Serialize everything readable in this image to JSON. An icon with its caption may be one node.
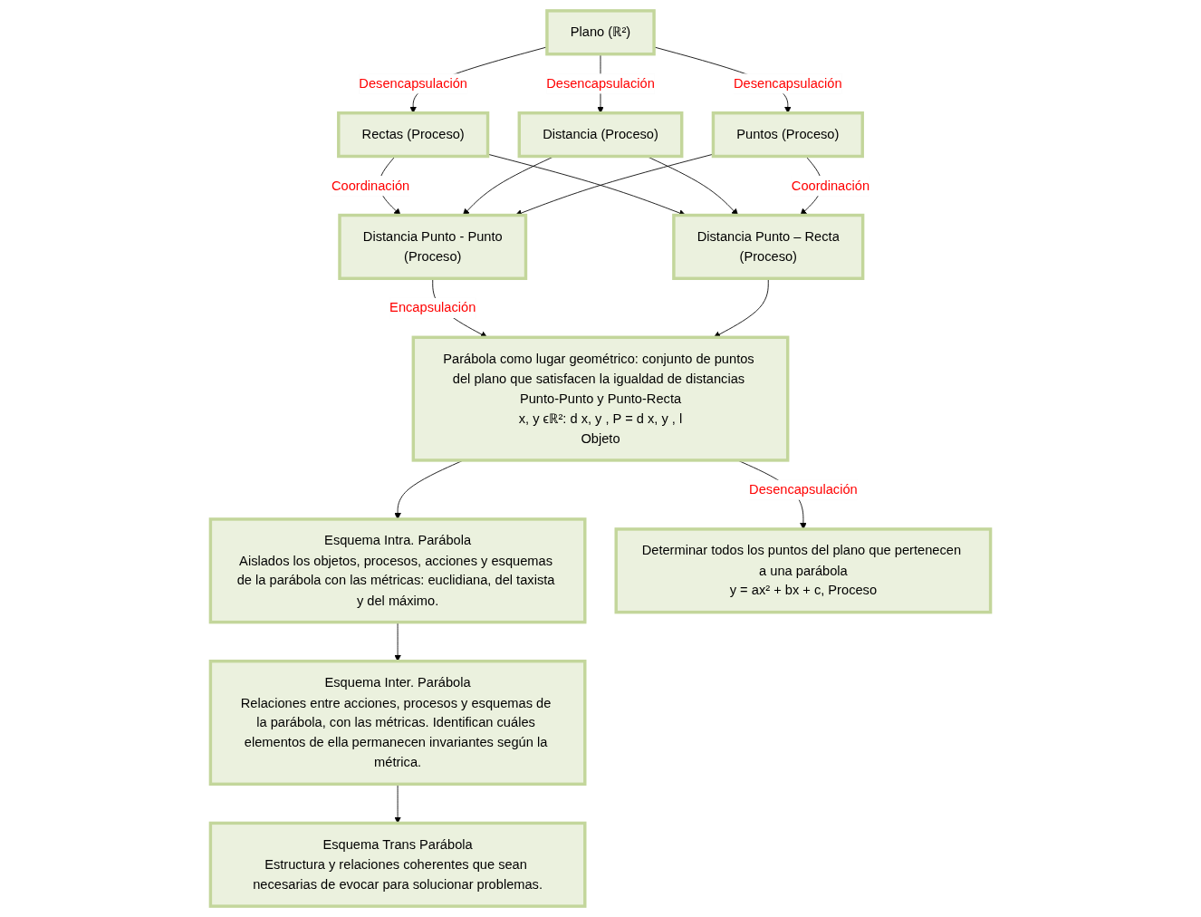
{
  "diagram": {
    "nodes": [
      {
        "text": [
          "Plano (ℝ²)"
        ]
      },
      {
        "text": [
          "Rectas",
          "(Proceso)"
        ]
      },
      {
        "text": [
          "Distancia",
          "(Proceso)"
        ]
      },
      {
        "text": [
          "Puntos",
          "(Proceso)"
        ]
      },
      {
        "text": [
          "Distancia Punto - Punto",
          "(Proceso)"
        ]
      },
      {
        "text": [
          "Distancia Punto – Recta",
          "(Proceso)"
        ]
      },
      {
        "text": [
          "Parábola como lugar geométrico: conjunto de puntos del plano que satisfacen la igualdad de distancias Punto-Punto y Punto-Recta",
          "x, y ϵℝ²: d x, y , P = d x, y , l",
          "Objeto"
        ]
      },
      {
        "text": [
          "Esquema Intra. Parábola",
          "Aislados los objetos, procesos, acciones y esquemas de la parábola con las métricas: euclidiana, del taxista y del máximo."
        ]
      },
      {
        "text": [
          "Determinar todos los puntos del plano que pertenecen a una parábola",
          "y = ax² + bx + c, Proceso"
        ]
      },
      {
        "text": [
          "Esquema Inter. Parábola",
          "Relaciones entre acciones, procesos y esquemas de la parábola, con las métricas. Identifican cuáles elementos de ella permanecen invariantes según la métrica."
        ]
      },
      {
        "text": [
          "Esquema Trans Parábola",
          "Estructura y relaciones coherentes que sean necesarias de evocar para solucionar problemas."
        ]
      }
    ],
    "edges": [
      {
        "from": 0,
        "to": 1,
        "arrow": "to",
        "label": "Desencapsulación"
      },
      {
        "from": 0,
        "to": 2,
        "arrow": "to",
        "label": "Desencapsulación"
      },
      {
        "from": 0,
        "to": 3,
        "arrow": "to",
        "label": "Desencapsulación"
      },
      {
        "from": 1,
        "to": 4,
        "arrow": "to",
        "label": "Coordinación"
      },
      {
        "from": 2,
        "to": 4,
        "arrow": "to"
      },
      {
        "from": 3,
        "to": 4,
        "arrow": "to"
      },
      {
        "from": 1,
        "to": 5,
        "arrow": "to"
      },
      {
        "from": 2,
        "to": 5,
        "arrow": "to"
      },
      {
        "from": 3,
        "to": 5,
        "arrow": "to",
        "label": "Coordinación"
      },
      {
        "from": 4,
        "to": 6,
        "arrow": "to",
        "label": "Encapsulación"
      },
      {
        "from": 5,
        "to": 6,
        "arrow": "to"
      },
      {
        "from": 6,
        "to": 7,
        "arrow": "to"
      },
      {
        "from": 7,
        "to": 9,
        "arrow": "to"
      },
      {
        "from": 9,
        "to": 10,
        "arrow": "to"
      },
      {
        "from": 6,
        "to": 8,
        "arrow": "to",
        "label": "Desencapsulación"
      }
    ]
  }
}
